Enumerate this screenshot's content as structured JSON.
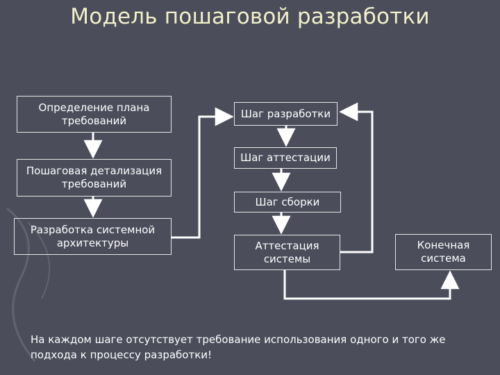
{
  "title": "Модель пошаговой разработки",
  "diagram": {
    "nodes": {
      "plan": "Определение плана\nтребований",
      "detail": "Пошаговая детализация\nтребований",
      "arch": "Разработка системной\nархитектуры",
      "dev_step": "Шаг разработки",
      "attest_step": "Шаг аттестации",
      "build_step": "Шаг сборки",
      "sys_attest": "Аттестация\nсистемы",
      "final": "Конечная\nсистема"
    }
  },
  "note": "На каждом шаге отсутствует требование использования одного и того же подхода к процессу разработки!",
  "colors": {
    "background": "#4b4d5b",
    "title": "#f2f0c8",
    "lines": "#ffffff"
  }
}
